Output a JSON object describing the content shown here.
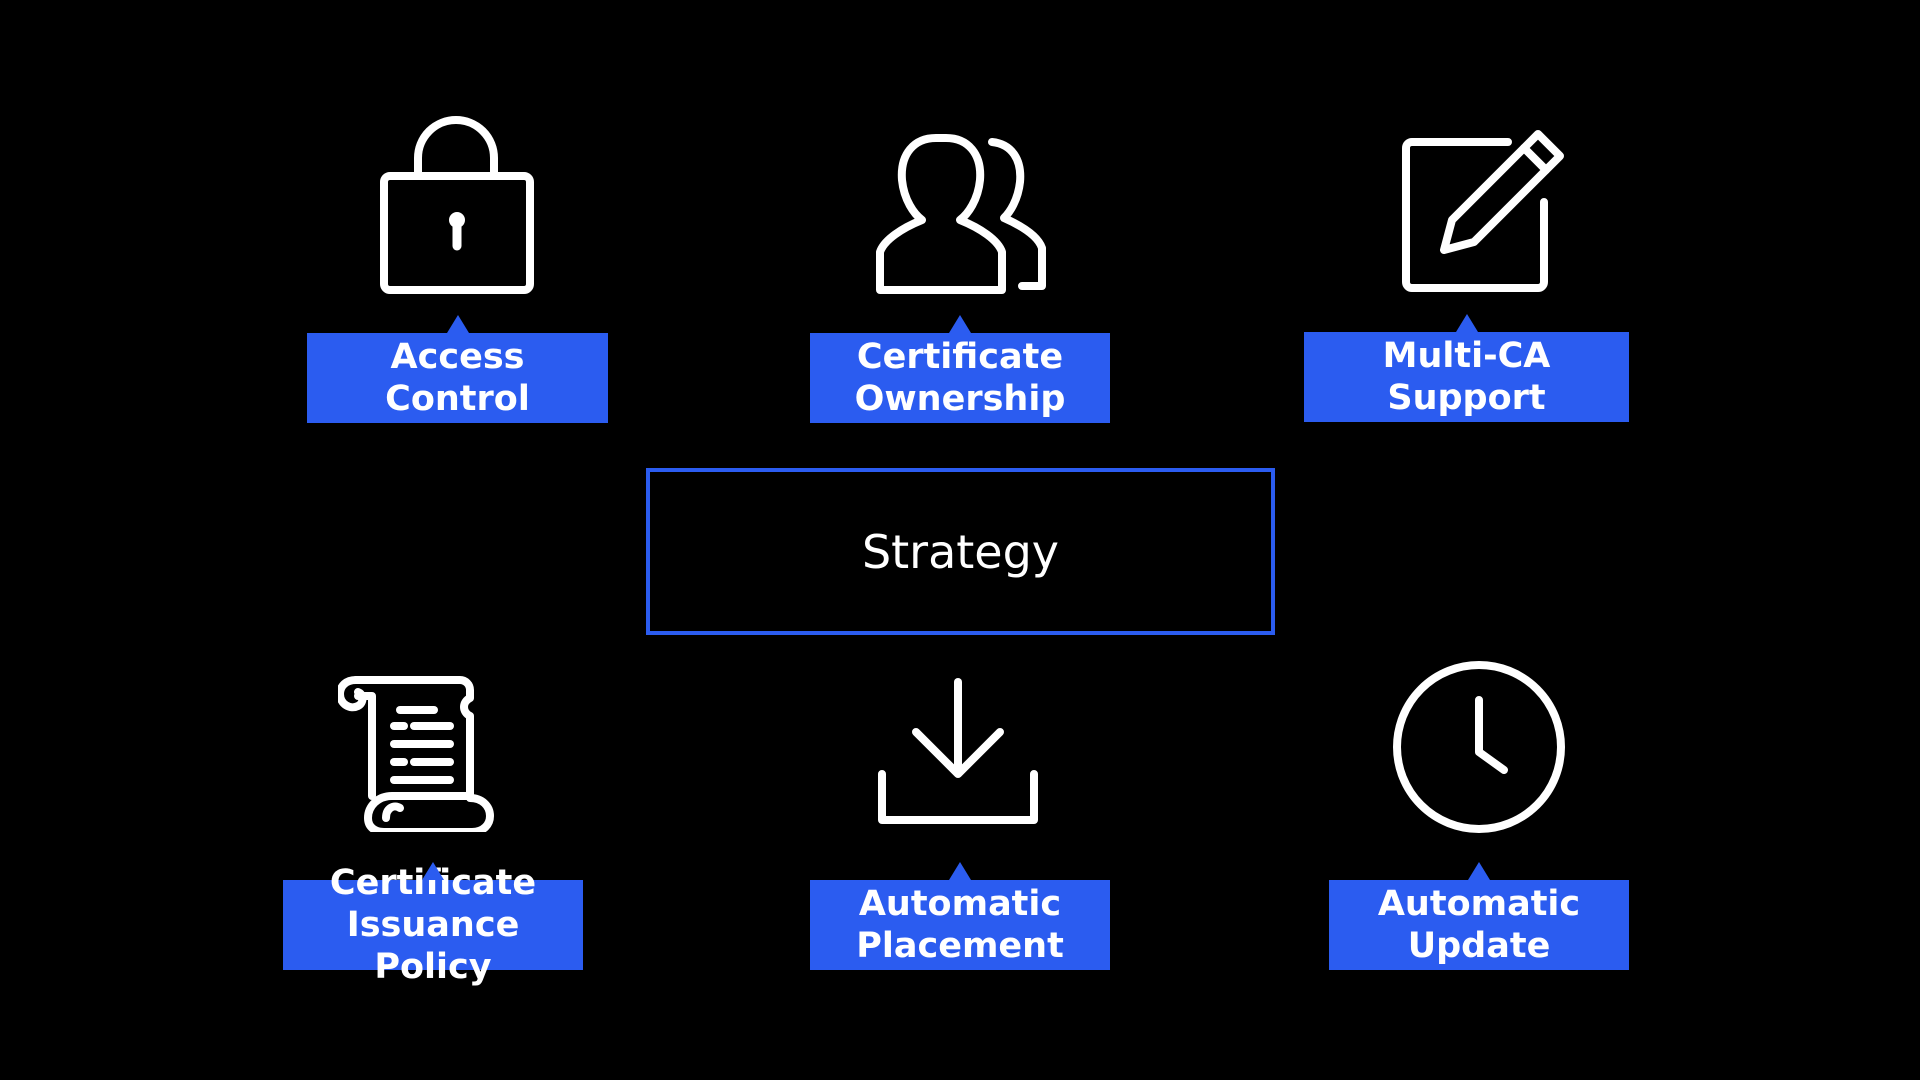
{
  "colors": {
    "background": "#000000",
    "accent": "#2b5cf0",
    "icon": "#ffffff",
    "text": "#ffffff"
  },
  "center": {
    "label": "Strategy"
  },
  "items": [
    {
      "icon": "lock-icon",
      "label": "Access Control"
    },
    {
      "icon": "users-icon",
      "label": "Certificate\nOwnership"
    },
    {
      "icon": "edit-icon",
      "label": "Multi-CA Support"
    },
    {
      "icon": "scroll-icon",
      "label": "Certificate\nIssuance Policy"
    },
    {
      "icon": "download-icon",
      "label": "Automatic\nPlacement"
    },
    {
      "icon": "clock-icon",
      "label": "Automatic\nUpdate"
    }
  ]
}
